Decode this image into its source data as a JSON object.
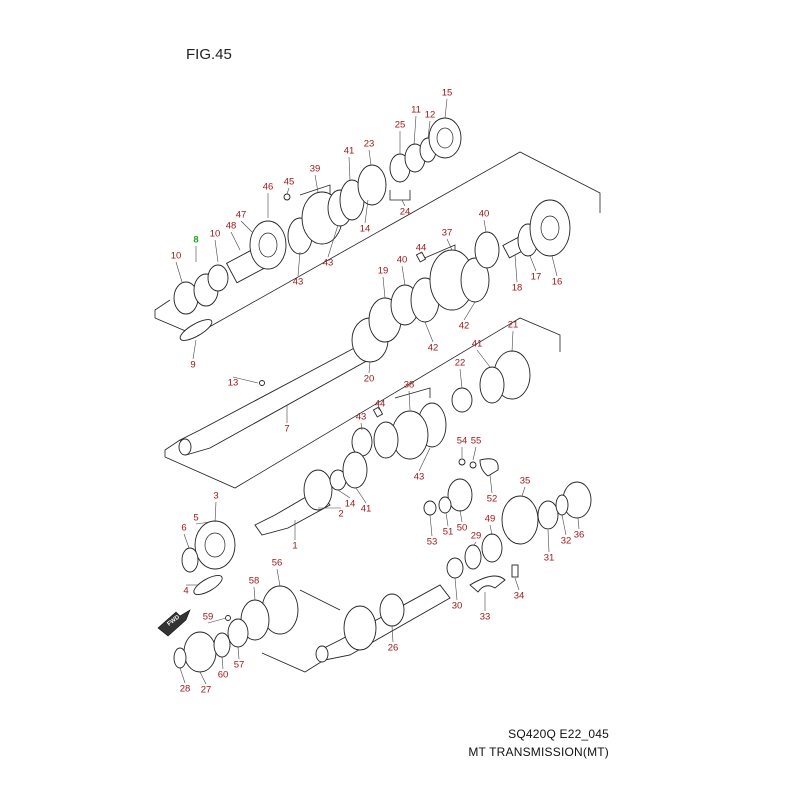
{
  "figure": {
    "title": "FIG.45",
    "code": "SQ420Q E22_045",
    "description": "MT TRANSMISSION(MT)",
    "fwd_label": "FWD"
  },
  "colors": {
    "callout": "#a01818",
    "highlight": "#1fa51f",
    "line": "#222222"
  },
  "callouts": [
    {
      "id": "c8",
      "label": "8",
      "highlight": true
    },
    {
      "id": "c9",
      "label": "9"
    },
    {
      "id": "c10a",
      "label": "10"
    },
    {
      "id": "c10b",
      "label": "10"
    },
    {
      "id": "c48",
      "label": "48"
    },
    {
      "id": "c47",
      "label": "47"
    },
    {
      "id": "c46",
      "label": "46"
    },
    {
      "id": "c45",
      "label": "45"
    },
    {
      "id": "c39",
      "label": "39"
    },
    {
      "id": "c43a",
      "label": "43"
    },
    {
      "id": "c43b",
      "label": "43"
    },
    {
      "id": "c41a",
      "label": "41"
    },
    {
      "id": "c23",
      "label": "23"
    },
    {
      "id": "c14a",
      "label": "14"
    },
    {
      "id": "c24",
      "label": "24"
    },
    {
      "id": "c25",
      "label": "25"
    },
    {
      "id": "c11",
      "label": "11"
    },
    {
      "id": "c12",
      "label": "12"
    },
    {
      "id": "c15",
      "label": "15"
    },
    {
      "id": "c40a",
      "label": "40"
    },
    {
      "id": "c37",
      "label": "37"
    },
    {
      "id": "c44a",
      "label": "44"
    },
    {
      "id": "c19",
      "label": "19"
    },
    {
      "id": "c40b",
      "label": "40"
    },
    {
      "id": "c42a",
      "label": "42"
    },
    {
      "id": "c42b",
      "label": "42"
    },
    {
      "id": "c17",
      "label": "17"
    },
    {
      "id": "c18",
      "label": "18"
    },
    {
      "id": "c16",
      "label": "16"
    },
    {
      "id": "c20",
      "label": "20"
    },
    {
      "id": "c13",
      "label": "13"
    },
    {
      "id": "c7",
      "label": "7"
    },
    {
      "id": "c21",
      "label": "21"
    },
    {
      "id": "c41b",
      "label": "41"
    },
    {
      "id": "c22",
      "label": "22"
    },
    {
      "id": "c38",
      "label": "38"
    },
    {
      "id": "c44b",
      "label": "44"
    },
    {
      "id": "c43c",
      "label": "43"
    },
    {
      "id": "c43d",
      "label": "43"
    },
    {
      "id": "c54",
      "label": "54"
    },
    {
      "id": "c55",
      "label": "55"
    },
    {
      "id": "c52",
      "label": "52"
    },
    {
      "id": "c3",
      "label": "3"
    },
    {
      "id": "c2",
      "label": "2"
    },
    {
      "id": "c14b",
      "label": "14"
    },
    {
      "id": "c41c",
      "label": "41"
    },
    {
      "id": "c1",
      "label": "1"
    },
    {
      "id": "c6",
      "label": "6"
    },
    {
      "id": "c5",
      "label": "5"
    },
    {
      "id": "c4",
      "label": "4"
    },
    {
      "id": "c35",
      "label": "35"
    },
    {
      "id": "c36",
      "label": "36"
    },
    {
      "id": "c31",
      "label": "31"
    },
    {
      "id": "c32",
      "label": "32"
    },
    {
      "id": "c29",
      "label": "29"
    },
    {
      "id": "c49",
      "label": "49"
    },
    {
      "id": "c50",
      "label": "50"
    },
    {
      "id": "c51",
      "label": "51"
    },
    {
      "id": "c53",
      "label": "53"
    },
    {
      "id": "c34",
      "label": "34"
    },
    {
      "id": "c30",
      "label": "30"
    },
    {
      "id": "c33",
      "label": "33"
    },
    {
      "id": "c56",
      "label": "56"
    },
    {
      "id": "c58",
      "label": "58"
    },
    {
      "id": "c59",
      "label": "59"
    },
    {
      "id": "c26",
      "label": "26"
    },
    {
      "id": "c57",
      "label": "57"
    },
    {
      "id": "c60",
      "label": "60"
    },
    {
      "id": "c28",
      "label": "28"
    },
    {
      "id": "c27",
      "label": "27"
    }
  ]
}
